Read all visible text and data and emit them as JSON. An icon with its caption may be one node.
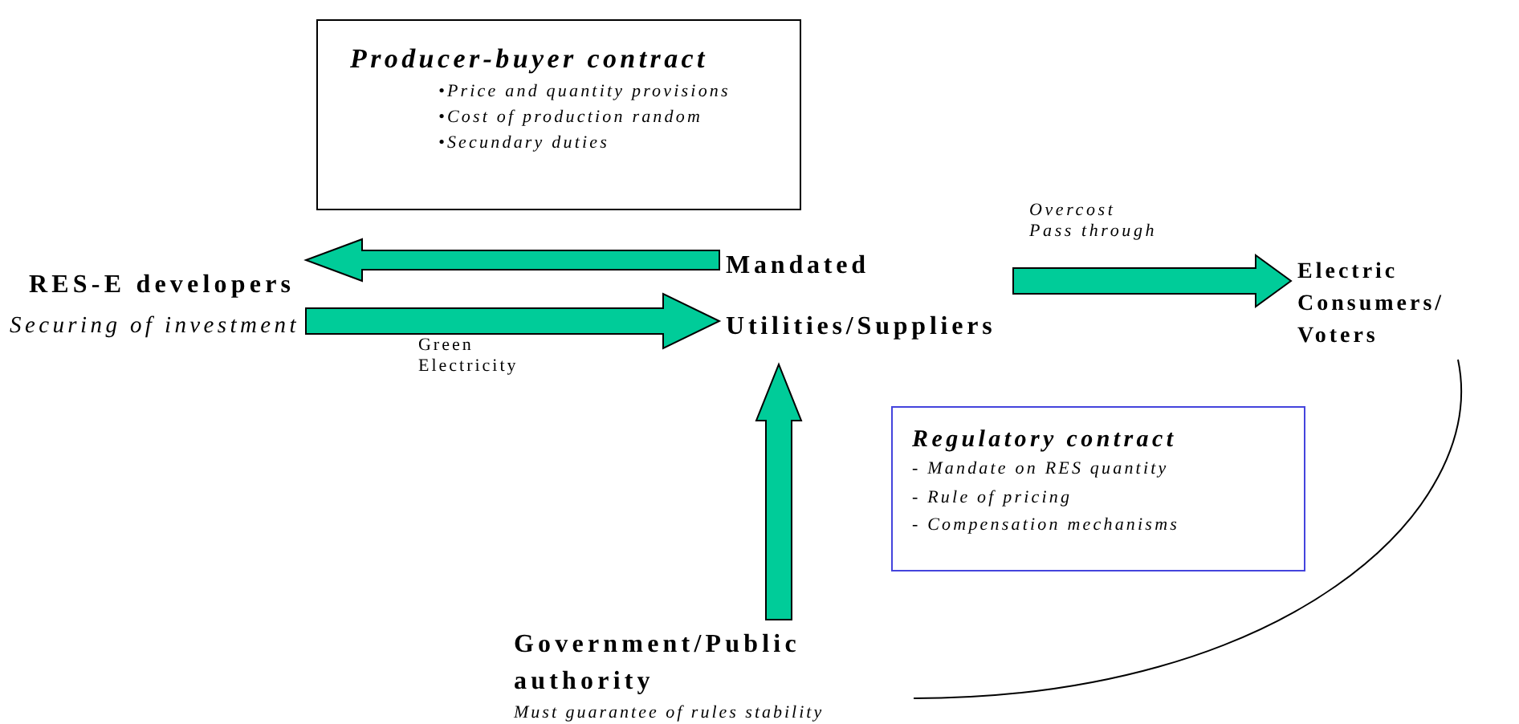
{
  "diagram": {
    "nodes": [
      {
        "text": [
          "Producer-buyer contract",
          "•Price and quantity provisions",
          "•Cost of production random",
          "•Secundary duties"
        ]
      },
      {
        "text": [
          "RES-E developers",
          "Securing of investment"
        ]
      },
      {
        "text": [
          "Mandated Utilities/Suppliers"
        ]
      },
      {
        "text": [
          "Electric Consumers/ Voters"
        ]
      },
      {
        "text": [
          "Regulatory contract",
          "- Mandate on RES quantity",
          "- Rule of pricing",
          "- Compensation mechanisms"
        ]
      },
      {
        "text": [
          "Government/Public authority",
          "Must guarantee of rules stability"
        ]
      }
    ],
    "edges": [
      {
        "from": 2,
        "to": 1,
        "arrow": "to"
      },
      {
        "from": 1,
        "to": 2,
        "arrow": "to",
        "label": "Green Electricity"
      },
      {
        "from": 2,
        "to": 3,
        "arrow": "to",
        "label": "Overcost Pass through"
      },
      {
        "from": 5,
        "to": 2,
        "arrow": "to"
      },
      {
        "from": 3,
        "to": 5,
        "arrow": "none",
        "color": "#000000"
      }
    ]
  }
}
